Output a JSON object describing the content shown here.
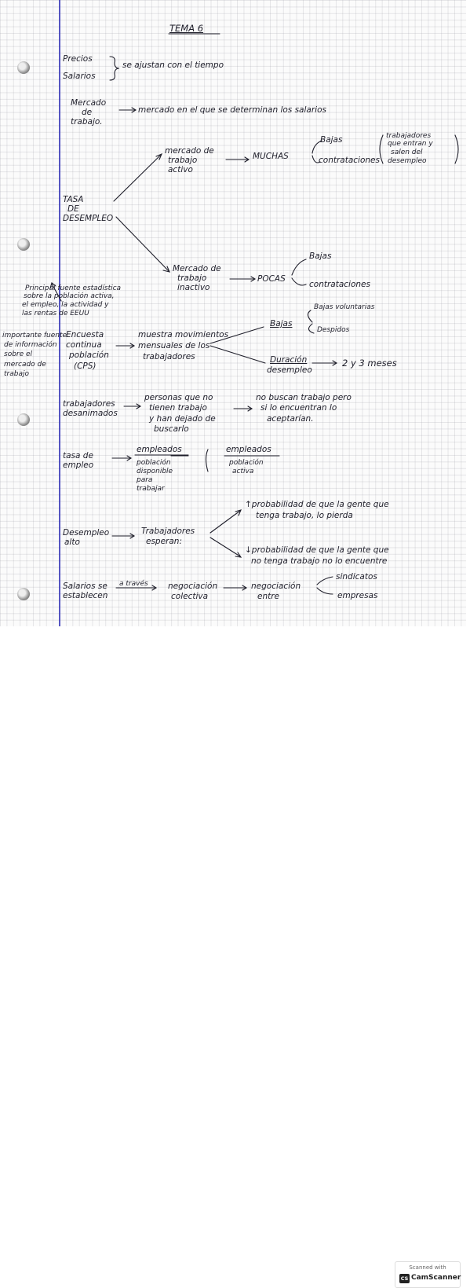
{
  "page": {
    "title": "TEMA 6",
    "precios": "Precios",
    "salarios": "Salarios",
    "ajustan": "se ajustan con el tiempo",
    "mercado_trabajo": [
      "Mercado",
      "de",
      "trabajo."
    ],
    "mercado_def": "mercado en el que se determinan los salarios",
    "tasa": [
      "TASA",
      "DE",
      "DESEMPLEO"
    ],
    "activo": [
      "mercado de",
      "trabajo",
      "activo"
    ],
    "muchas": "MUCHAS",
    "bajas": "Bajas",
    "contrataciones": "contrataciones",
    "desempleo_paren": [
      "trabajadores",
      "que entran y",
      "salen del",
      "desempleo"
    ],
    "inactivo": [
      "Mercado de",
      "trabajo",
      "inactivo"
    ],
    "pocas": "POCAS",
    "bajas2": "Bajas",
    "contrataciones2": "contrataciones",
    "principal": [
      "Principal fuente estadística",
      "sobre la población activa,",
      "el empleo, la actividad y",
      "las rentas de EEUU"
    ],
    "importante": [
      "importante fuente",
      "de información",
      "sobre el",
      "mercado de",
      "trabajo"
    ],
    "encuesta": [
      "Encuesta",
      "continua",
      "población",
      "(CPS)"
    ],
    "muestra": [
      "muestra movimientos",
      "mensuales de los",
      "trabajadores"
    ],
    "bajas3": "Bajas",
    "voluntarias": "Bajas voluntarias",
    "despidos": "Despidos",
    "duracion": [
      "Duración",
      "desempleo"
    ],
    "meses": "2 y 3 meses",
    "desanimados": [
      "trabajadores",
      "desanimados"
    ],
    "personas": [
      "personas que no",
      "tienen trabajo",
      "y han dejado de",
      "buscarlo"
    ],
    "no_buscan": [
      "no buscan trabajo pero",
      "si lo encuentran lo",
      "aceptarían."
    ],
    "tasa_empleo": [
      "tasa de",
      "empleo"
    ],
    "frac1_num": "empleados",
    "frac1_den": [
      "población",
      "disponible",
      "para",
      "trabajar"
    ],
    "frac2_num": "empleados",
    "frac2_den": [
      "población",
      "activa"
    ],
    "desempleo_alto": [
      "Desempleo",
      "alto"
    ],
    "trab_esperan": [
      "Trabajadores",
      "esperan:"
    ],
    "prob1": [
      "↑probabilidad de que la gente que",
      "tenga trabajo, lo pierda"
    ],
    "prob2": [
      "↓probabilidad de que la gente que",
      "no tenga trabajo no lo encuentre"
    ],
    "salarios_est": [
      "Salarios se",
      "establecen"
    ],
    "a_traves": "a través",
    "negociacion": [
      "negociación",
      "colectiva"
    ],
    "negociacion_entre": [
      "negociación",
      "entre"
    ],
    "sindicatos": "sindicatos",
    "empresas": "empresas"
  },
  "footer": {
    "scanned_with": "Scanned with",
    "app_icon": "CS",
    "app_name": "CamScanner"
  },
  "colors": {
    "ink": "#1e1e2a",
    "margin": "#3a3ab8"
  }
}
